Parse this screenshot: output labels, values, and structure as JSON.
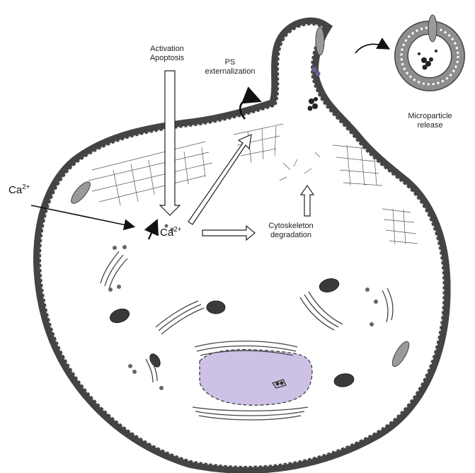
{
  "labels": {
    "activation_line1": "Activation",
    "activation_line2": "Apoptosis",
    "ps_line1": "PS",
    "ps_line2": "externalization",
    "ca_outside_base": "Ca",
    "ca_outside_sup": "2+",
    "ca_inside_base": "Ca",
    "ca_inside_sup": "2+",
    "cytoskeleton_line1": "Cytoskeleton",
    "cytoskeleton_line2": "degradation",
    "microparticle_line1": "Microparticle",
    "microparticle_line2": "release"
  },
  "colors": {
    "membrane": "#8e8e8e",
    "membrane_outline": "#444444",
    "lipid_head": "#ffffff",
    "protein": "#9a9a9a",
    "nucleus_fill": "#cdc2e6",
    "organelle_dark": "#3a3a3a",
    "cytoskeleton": "#555555",
    "text": "#222222"
  }
}
